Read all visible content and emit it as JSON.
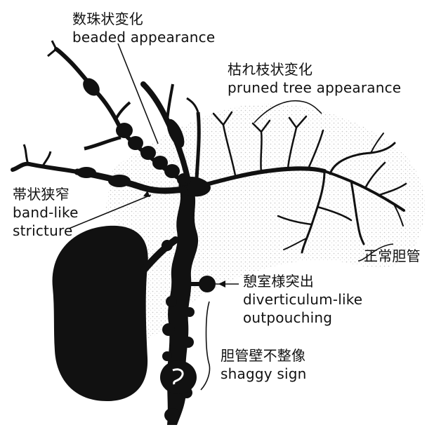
{
  "labels": {
    "beaded": {
      "jp": "数珠状変化",
      "en": "beaded appearance"
    },
    "pruned": {
      "jp": "枯れ枝状変化",
      "en": "pruned tree appearance"
    },
    "band": {
      "jp": "帯状狭窄",
      "en_1": "band-like",
      "en_2": "stricture"
    },
    "normal": {
      "jp": "正常胆管"
    },
    "diverticulum": {
      "jp": "憩室様突出",
      "en_1": "diverticulum-like",
      "en_2": "outpouching"
    },
    "shaggy": {
      "jp": "胆管壁不整像",
      "en": "shaggy sign"
    }
  },
  "colors": {
    "ink": "#111111",
    "background": "#ffffff",
    "stipple": "#cfcfcf"
  }
}
